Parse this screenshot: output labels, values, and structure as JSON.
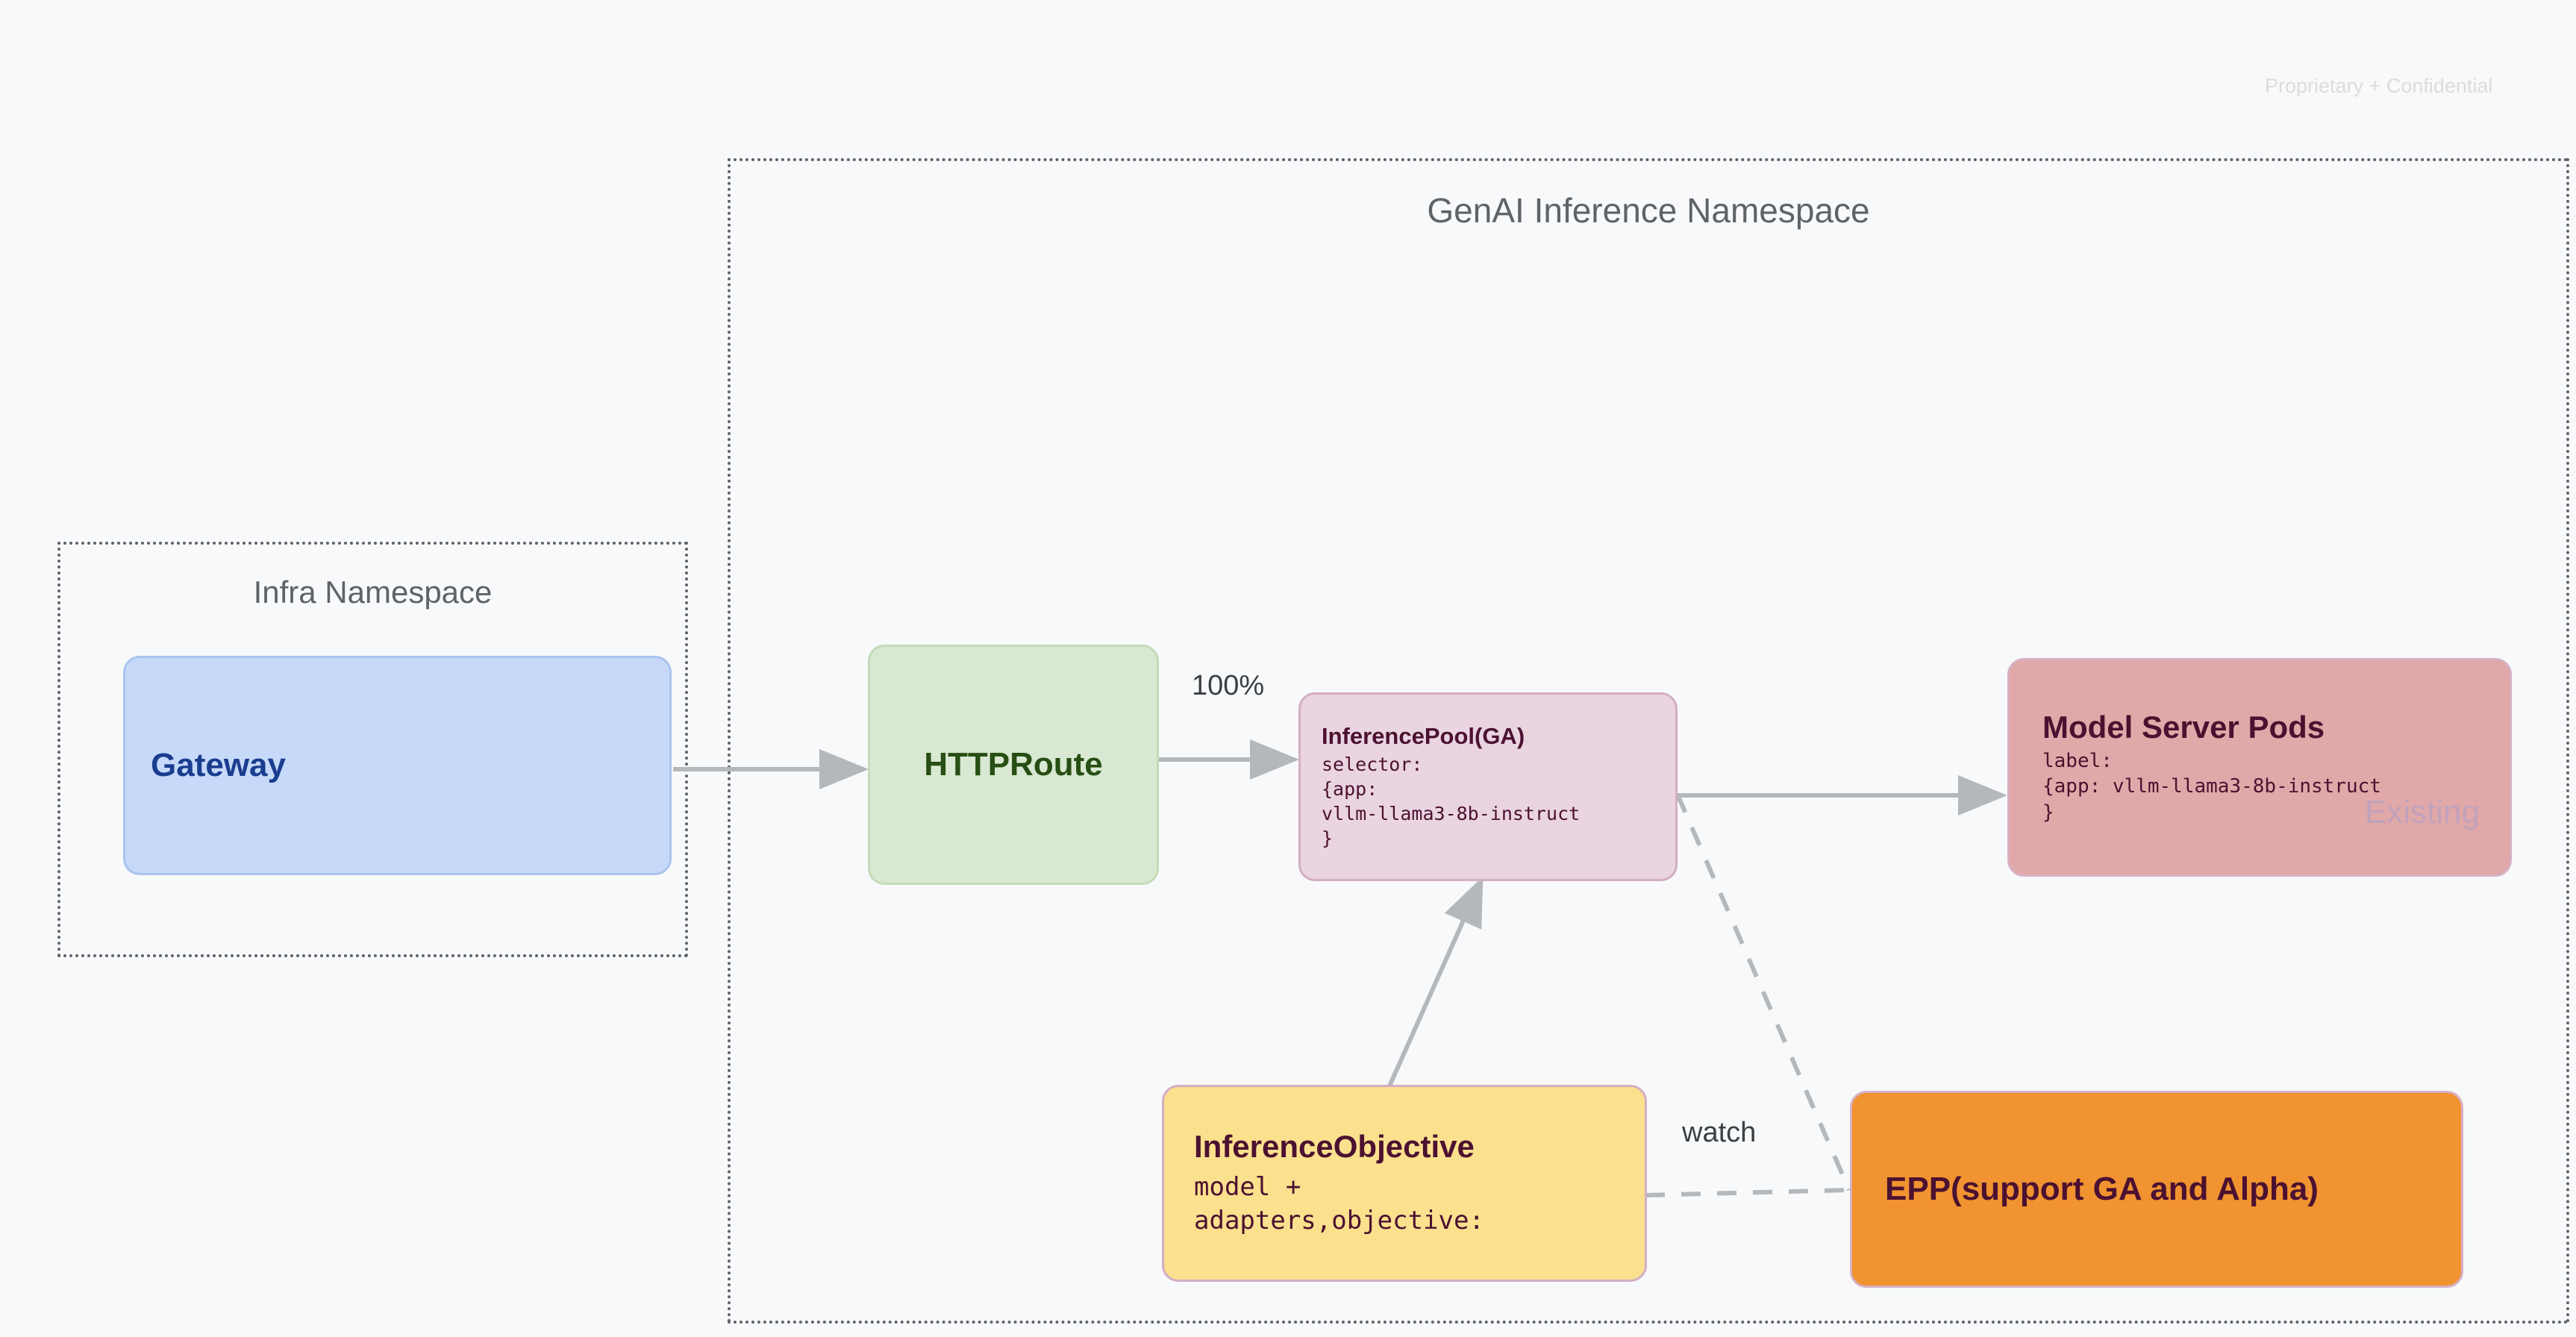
{
  "slide": {
    "confidential_note": "Proprietary + Confidential",
    "background_color": "#f8f9fa"
  },
  "namespaces": [
    {
      "id": "infra",
      "title": "Infra Namespace",
      "border_color": "#5f6368"
    },
    {
      "id": "genai",
      "title": "GenAI Inference Namespace",
      "border_color": "#5f6368"
    }
  ],
  "nodes": {
    "gateway": {
      "title": "Gateway",
      "fill": "#c6d9f8",
      "text_color": "#1a3d8f"
    },
    "httproute": {
      "title": "HTTPRoute",
      "fill": "#d9e8d2",
      "text_color": "#274e13"
    },
    "inference_pool": {
      "title": "InferencePool(GA)",
      "code": "selector:\n{app:\nvllm-llama3-8b-instruct\n}",
      "fill": "#e9d4e0",
      "text_color": "#4c1130"
    },
    "model_server_pods": {
      "title": "Model Server Pods",
      "code": "label:\n{app: vllm-llama3-8b-instruct\n}",
      "watermark": "Existing",
      "fill": "#e0a8a8",
      "text_color": "#4c1130",
      "watermark_color": "#c2a2bb"
    },
    "inference_objective": {
      "title": "InferenceObjective",
      "code": "model +\nadapters,objective:",
      "fill": "#fbe08e",
      "text_color": "#4c1130"
    },
    "epp": {
      "title": "EPP(support GA and Alpha)",
      "fill": "#f09330",
      "text_color": "#4c1130"
    }
  },
  "edges": [
    {
      "id": "gateway-to-httproute",
      "from": "gateway",
      "to": "httproute",
      "style": "solid",
      "label": ""
    },
    {
      "id": "httproute-to-pool",
      "from": "httproute",
      "to": "inference_pool",
      "style": "solid",
      "label": "100%"
    },
    {
      "id": "pool-to-pods",
      "from": "inference_pool",
      "to": "model_server_pods",
      "style": "solid",
      "label": ""
    },
    {
      "id": "objective-to-pool",
      "from": "inference_objective",
      "to": "inference_pool",
      "style": "solid",
      "label": ""
    },
    {
      "id": "pool-to-epp",
      "from": "inference_pool",
      "to": "epp",
      "style": "dashed",
      "label": ""
    },
    {
      "id": "objective-to-epp",
      "from": "inference_objective",
      "to": "epp",
      "style": "dashed",
      "label": "watch"
    }
  ],
  "edge_labels": {
    "traffic_percent": "100%",
    "watch": "watch"
  }
}
